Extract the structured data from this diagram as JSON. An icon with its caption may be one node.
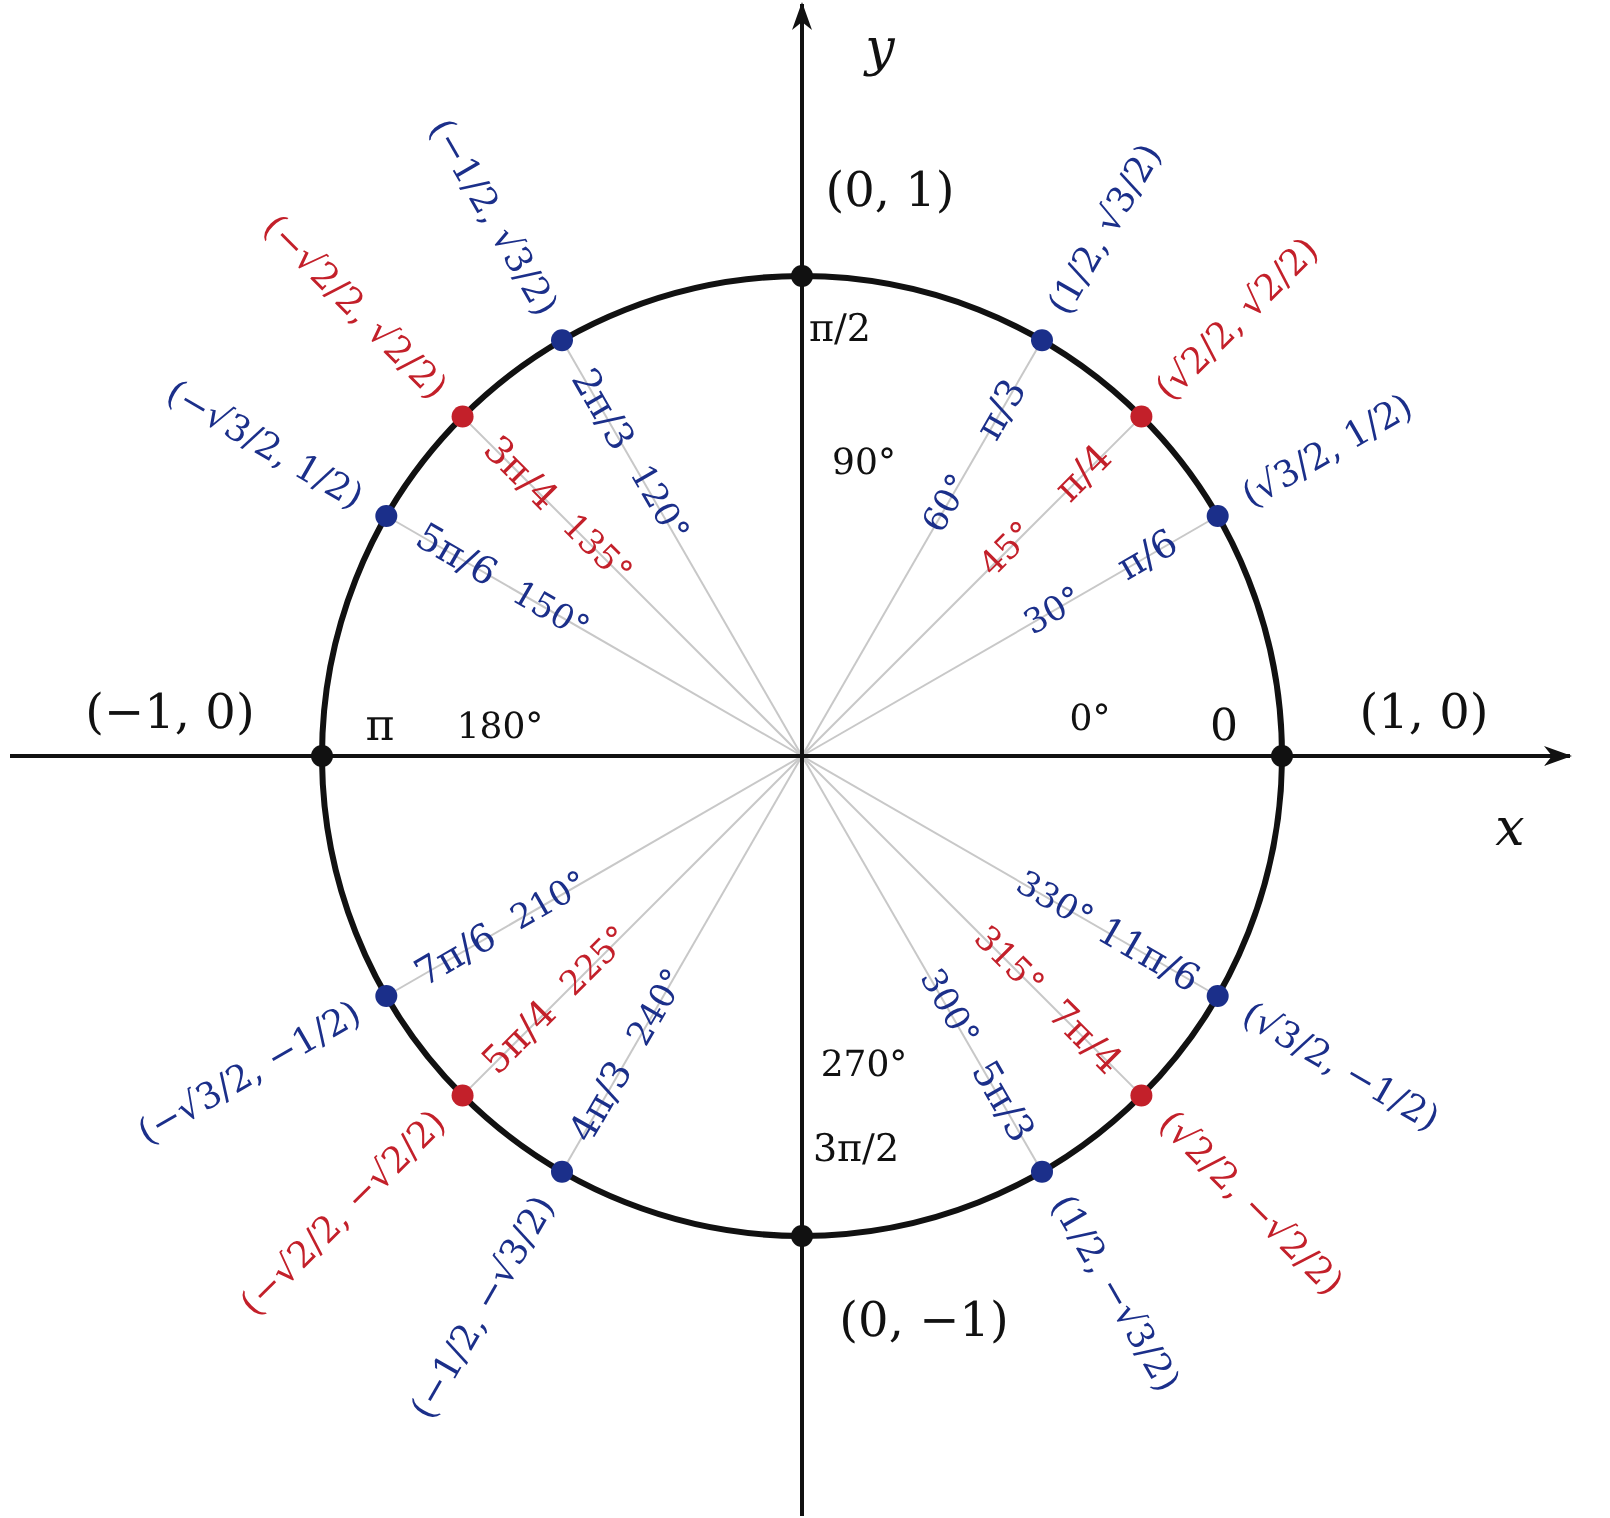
{
  "diagram": {
    "labels": [
      "y",
      "(0, 1)",
      "π/2",
      "90°",
      "(1/2, √3/2)",
      "π/3",
      "60°",
      "(√2/2, √2/2)",
      "π/4",
      "45°",
      "(√3/2, 1/2)",
      "π/6",
      "30°",
      "(−1/2, √3/2)",
      "2π/3",
      "120°",
      "(−√2/2, √2/2)",
      "3π/4",
      "135°",
      "(−√3/2, 1/2)",
      "5π/6",
      "150°",
      "(−1, 0)",
      "π",
      "180°",
      "0°",
      "0",
      "(1, 0)",
      "x",
      "(−√3/2, −1/2)",
      "7π/6",
      "210°",
      "(−√2/2, −√2/2)",
      "5π/4",
      "225°",
      "(−1/2, −√3/2)",
      "4π/3",
      "240°",
      "(1/2, −√3/2)",
      "5π/3",
      "300°",
      "(√2/2, −√2/2)",
      "7π/4",
      "315°",
      "(√3/2, −1/2)",
      "11π/6",
      "330°",
      "270°",
      "3π/2",
      "(0, −1)"
    ]
  }
}
